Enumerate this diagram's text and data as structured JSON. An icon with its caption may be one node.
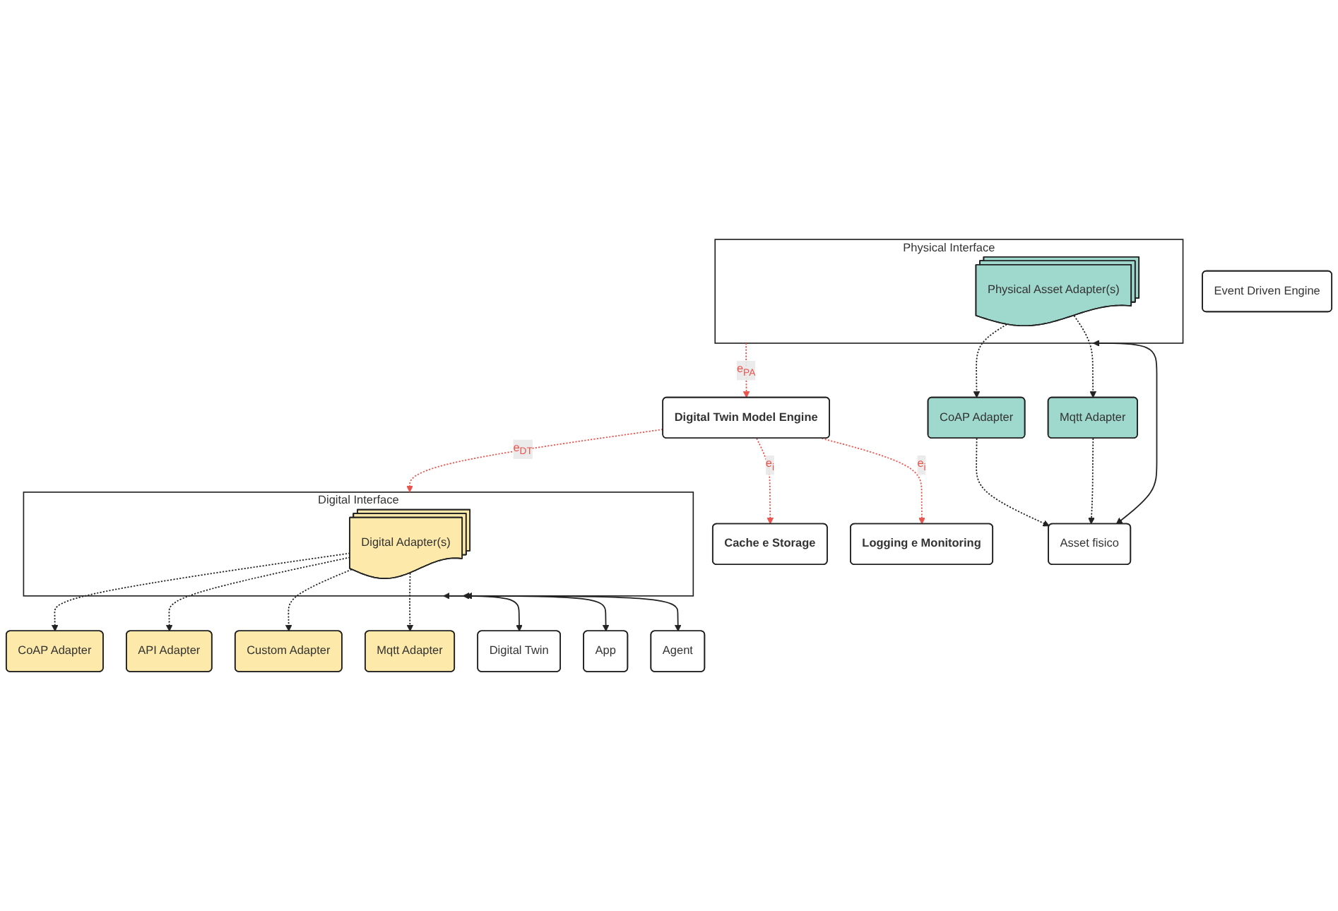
{
  "diagram": {
    "nodes": [
      {
        "text": [
          "Digital Twin"
        ]
      },
      {
        "text": [
          "App"
        ]
      },
      {
        "text": [
          "Agent"
        ]
      },
      {
        "text": [
          "Digital Interface"
        ]
      },
      {
        "text": [
          "Digital Adapter(s)"
        ],
        "in": 3
      },
      {
        "text": [
          "CoAP Adapter"
        ]
      },
      {
        "text": [
          "Mqtt Adapter"
        ]
      },
      {
        "text": [
          "API Adapter"
        ]
      },
      {
        "text": [
          "Custom Adapter"
        ]
      },
      {
        "text": [
          "Event Driven Engine"
        ]
      },
      {
        "text": [
          "Digital Twin Model Engine"
        ]
      },
      {
        "text": [
          "Cache e Storage"
        ]
      },
      {
        "text": [
          "Logging e Monitoring"
        ]
      },
      {
        "text": [
          "Physical Interface"
        ]
      },
      {
        "text": [
          "Physical Asset Adapter(s)"
        ],
        "in": 13
      },
      {
        "text": [
          "CoAP Adapter"
        ]
      },
      {
        "text": [
          "Mqtt Adapter"
        ]
      },
      {
        "text": [
          "Asset fisico"
        ]
      }
    ],
    "edges": [
      {
        "from": 3,
        "to": 0,
        "arrow": "both"
      },
      {
        "from": 3,
        "to": 1,
        "arrow": "both"
      },
      {
        "from": 3,
        "to": 2,
        "arrow": "both"
      },
      {
        "from": 4,
        "to": 5,
        "arrow": "to",
        "style": "dashed"
      },
      {
        "from": 4,
        "to": 7,
        "arrow": "to",
        "style": "dashed"
      },
      {
        "from": 4,
        "to": 8,
        "arrow": "to",
        "style": "dashed"
      },
      {
        "from": 4,
        "to": 6,
        "arrow": "to",
        "style": "dashed"
      },
      {
        "from": 10,
        "to": 3,
        "arrow": "to",
        "label": "e$_{DT}$",
        "style": "dashed",
        "color": "#e8554e"
      },
      {
        "from": 13,
        "to": 10,
        "arrow": "to",
        "label": "e$_{PA}$",
        "style": "dashed",
        "color": "#e8554e"
      },
      {
        "from": 10,
        "to": 11,
        "arrow": "to",
        "label": "e$_{i}$",
        "style": "dashed",
        "color": "#e8554e"
      },
      {
        "from": 10,
        "to": 12,
        "arrow": "to",
        "label": "e$_{i}$",
        "style": "dashed",
        "color": "#e8554e"
      },
      {
        "from": 13,
        "to": 17,
        "arrow": "both"
      },
      {
        "from": 14,
        "to": 15,
        "arrow": "to",
        "style": "dashed"
      },
      {
        "from": 14,
        "to": 16,
        "arrow": "to",
        "style": "dashed"
      },
      {
        "from": 15,
        "to": 17,
        "arrow": "to",
        "style": "dashed"
      },
      {
        "from": 16,
        "to": 17,
        "arrow": "to",
        "style": "dashed"
      }
    ]
  }
}
